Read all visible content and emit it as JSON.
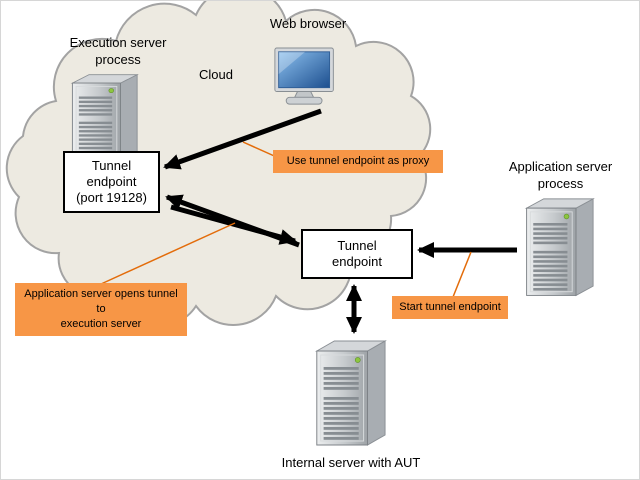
{
  "diagram": {
    "cloud_label": "Cloud",
    "nodes": {
      "execution_server": {
        "label": "Execution server\nprocess",
        "icon": "server-tower-icon"
      },
      "web_browser": {
        "label": "Web browser",
        "icon": "monitor-icon"
      },
      "application_server": {
        "label": "Application server\nprocess",
        "icon": "server-tower-icon"
      },
      "internal_server": {
        "label": "Internal server with AUT",
        "icon": "server-tower-icon"
      },
      "tunnel_endpoint_1": {
        "label": "Tunnel\nendpoint\n(port 19128)"
      },
      "tunnel_endpoint_2": {
        "label": "Tunnel\nendpoint"
      }
    },
    "callouts": {
      "use_proxy": {
        "label": "Use tunnel endpoint as proxy"
      },
      "opens_tunnel": {
        "label": "Application server opens tunnel to\nexecution server"
      },
      "start_tunnel": {
        "label": "Start tunnel endpoint"
      }
    },
    "colors": {
      "callout_bg": "#F79646",
      "callout_connector": "#E36C0A",
      "cloud_fill": "#EDEAE1",
      "cloud_stroke": "#A3A3A3",
      "arrow": "#000000",
      "server_led": "#8DC63F",
      "screen_blue": "#2E6DA4"
    }
  }
}
